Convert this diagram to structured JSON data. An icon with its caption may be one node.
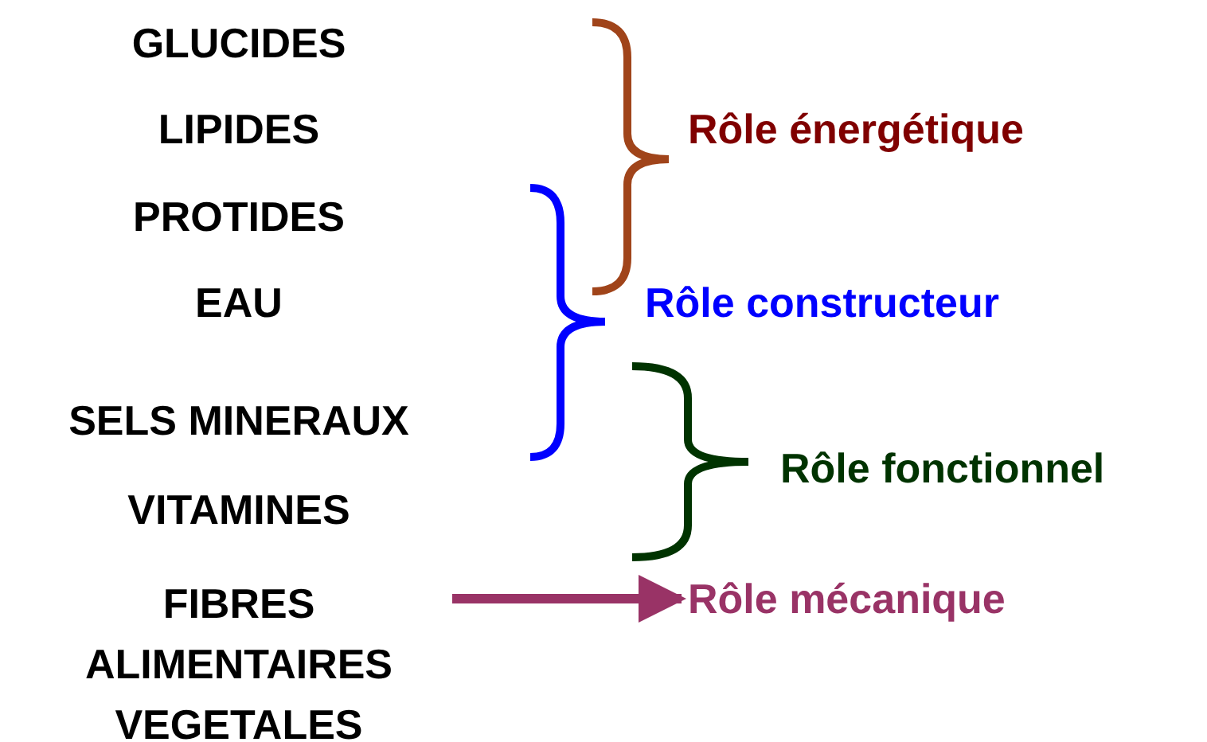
{
  "diagram": {
    "nodes": [
      {
        "text": [
          "FIBRES ALIMENTAIRES VEGETALES"
        ]
      },
      {
        "text": [
          "Rôle mécanique"
        ]
      }
    ],
    "edges": [
      {
        "from": 0,
        "to": 1,
        "arrow": "to",
        "color": "#993366"
      }
    ],
    "labels": [
      "GLUCIDES",
      "LIPIDES",
      "Rôle énergétique",
      "PROTIDES",
      "EAU",
      "Rôle constructeur",
      "SELS MINERAUX",
      "Rôle fonctionnel",
      "VITAMINES"
    ]
  }
}
